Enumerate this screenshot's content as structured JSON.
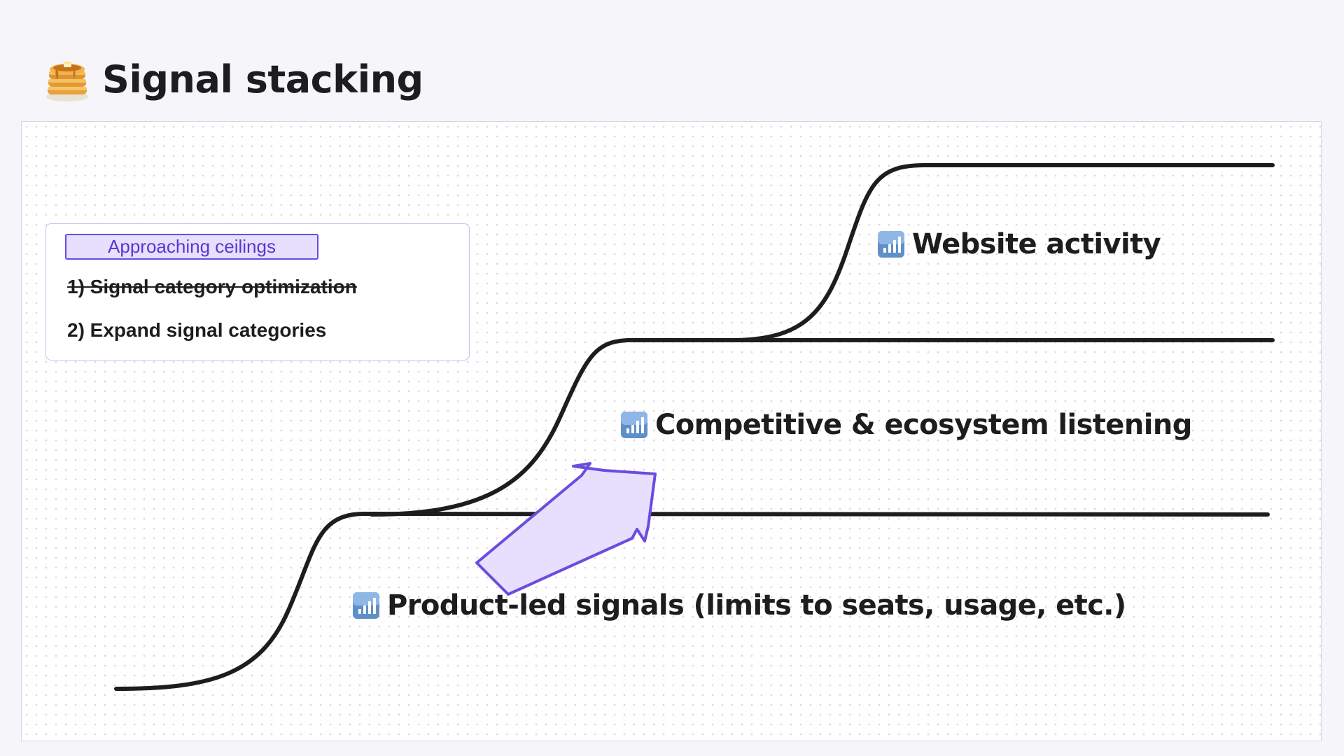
{
  "header": {
    "title": "Signal stacking",
    "emoji": "pancakes-icon"
  },
  "legend": {
    "tag": "Approaching ceilings",
    "items": [
      {
        "label": "1) Signal category optimization",
        "struck": true
      },
      {
        "label": "2) Expand signal categories",
        "struck": false
      }
    ]
  },
  "layers": [
    {
      "label": "Website activity",
      "icon": "bar-chart-icon"
    },
    {
      "label": "Competitive & ecosystem listening",
      "icon": "bar-chart-icon"
    },
    {
      "label": "Product-led signals (limits to seats, usage, etc.)",
      "icon": "bar-chart-icon"
    }
  ],
  "colors": {
    "curve": "#1d1d1f",
    "arrow_fill": "#e6dffd",
    "arrow_stroke": "#6c4bdf",
    "tag_text": "#5b36d3"
  }
}
